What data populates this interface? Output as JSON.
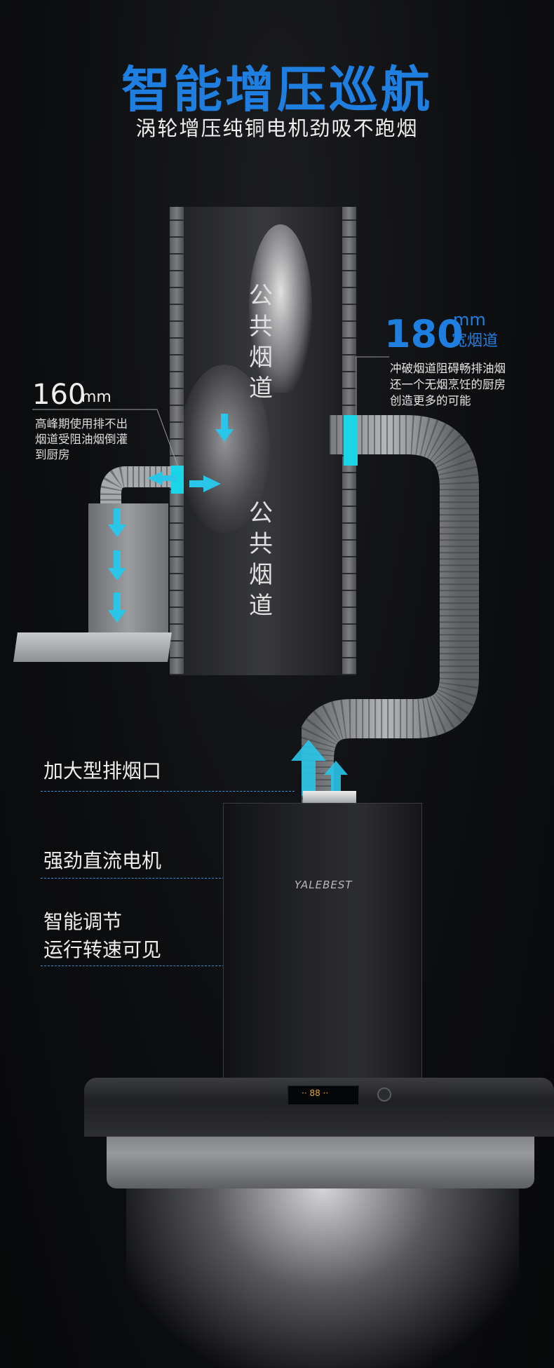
{
  "header": {
    "title": "智能增压巡航",
    "subtitle": "涡轮增压纯铜电机劲吸不跑烟"
  },
  "shaft": {
    "label_top": [
      "公",
      "共",
      "烟",
      "道"
    ],
    "label_bottom": [
      "公",
      "共",
      "烟",
      "道"
    ]
  },
  "duct_right": {
    "size_number": "180",
    "size_unit": "mm",
    "size_label": "宽烟道",
    "description_lines": [
      "冲破烟道阻碍畅排油烟",
      "还一个无烟烹饪的厨房",
      "创造更多的可能"
    ]
  },
  "duct_left": {
    "size_number": "160",
    "size_unit": "mm",
    "description_lines": [
      "高峰期使用排不出",
      "烟道受阻油烟倒灌",
      "到厨房"
    ]
  },
  "features": {
    "f1": "加大型排烟口",
    "f2": "强劲直流电机",
    "f3_line1": "智能调节",
    "f3_line2": "运行转速可见"
  },
  "product": {
    "brand": "YALEBEST",
    "display": "·· 88 ··"
  },
  "colors": {
    "title_blue": "#1e7fe0",
    "accent_cyan": "#1ad4e8",
    "background": "#0c0c0d"
  }
}
